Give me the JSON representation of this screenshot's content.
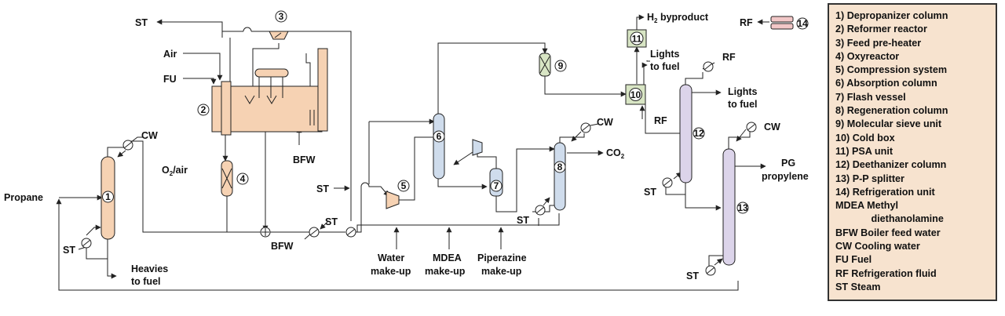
{
  "labels": {
    "st_top": "ST",
    "air": "Air",
    "fu": "FU",
    "o2air_o": "O",
    "o2air_2": "2",
    "o2air_rest": "/air",
    "bfw_mid": "BFW",
    "bfw_low": "BFW",
    "st_low": "ST",
    "st_mid": "ST",
    "propane": "Propane",
    "cw_left": "CW",
    "st_left": "ST",
    "heavies_1": "Heavies",
    "heavies_2": "to fuel",
    "water_1": "Water",
    "water_2": "make-up",
    "mdea_1": "MDEA",
    "mdea_2": "make-up",
    "pip_1": "Piperazine",
    "pip_2": "make-up",
    "cw_8": "CW",
    "st_8": "ST",
    "co2_a": "CO",
    "co2_b": "2",
    "h2_a": "H",
    "h2_b": "2",
    "h2_c": " byproduct",
    "rf_top": "RF",
    "rf_12": "RF",
    "rf_10": "RF",
    "lights1_a": "Lights",
    "lights1_b": "to fuel",
    "lights2_a": "Lights",
    "lights2_b": "to fuel",
    "st_12": "ST",
    "cw_13": "CW",
    "st_13": "ST",
    "pg_a": "PG",
    "pg_b": "propylene"
  },
  "units": {
    "u1": "1",
    "u2": "2",
    "u3": "3",
    "u4": "4",
    "u5": "5",
    "u6": "6",
    "u7": "7",
    "u8": "8",
    "u9": "9",
    "u10": "10",
    "u11": "11",
    "u12": "12",
    "u13": "13",
    "u14": "14"
  },
  "legend": [
    "1) Depropanizer column",
    "2) Reformer reactor",
    "3) Feed pre-heater",
    "4) Oxyreactor",
    "5) Compression system",
    "6) Absorption column",
    "7) Flash vessel",
    "8) Regeneration column",
    "9) Molecular sieve unit",
    "10) Cold box",
    "11) PSA unit",
    "12) Deethanizer column",
    "13) P-P splitter",
    "14) Refrigeration unit",
    "MDEA Methyl",
    "             diethanolamine",
    "BFW Boiler feed water",
    "CW Cooling water",
    "FU Fuel",
    "RF Refrigeration fluid",
    "ST Steam"
  ]
}
